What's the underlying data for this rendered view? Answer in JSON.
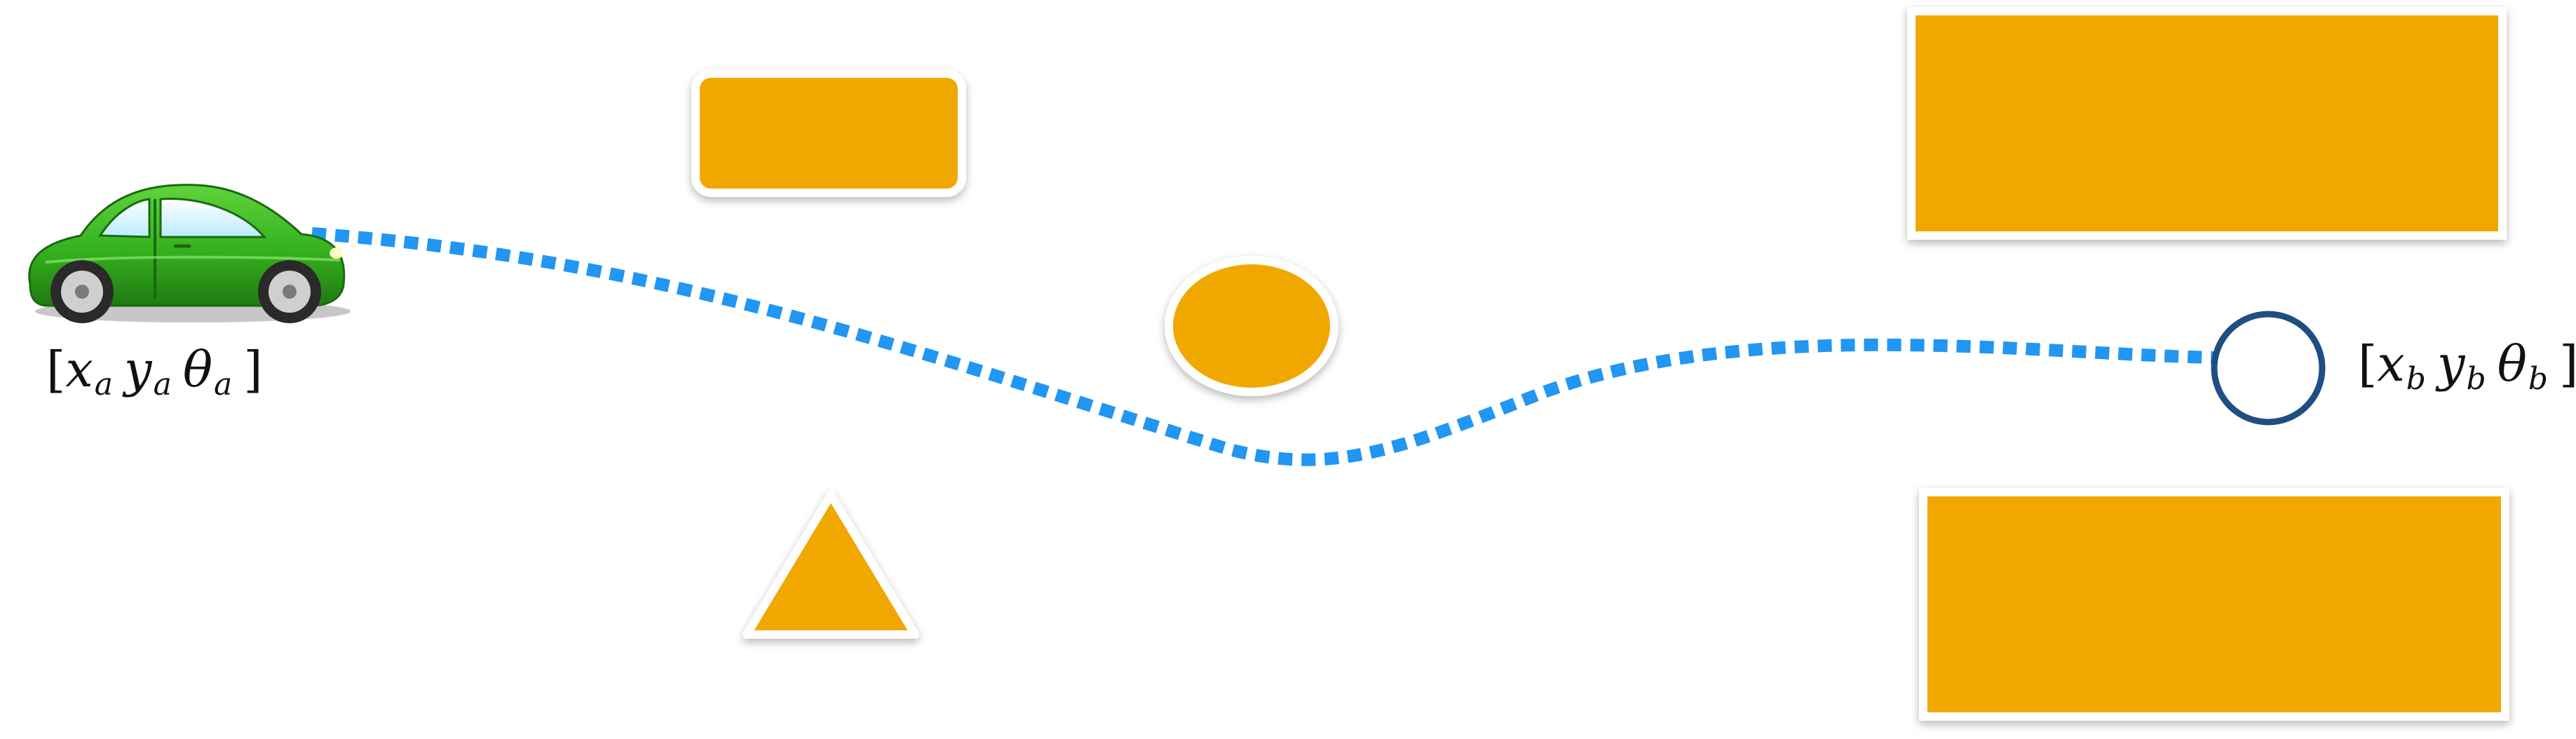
{
  "colors": {
    "obstacle": "#f0a800",
    "path": "#2196f3",
    "goal": "#1f4e82",
    "car_body": "#35b01e",
    "car_dark": "#1f7a12",
    "background": "#ffffff"
  },
  "start_pose": {
    "open": "[",
    "x": "x",
    "x_sub": "a",
    "y": "y",
    "y_sub": "a",
    "theta": "θ",
    "theta_sub": "a",
    "close": "]"
  },
  "goal_pose": {
    "open": "[",
    "x": "x",
    "x_sub": "b",
    "y": "y",
    "y_sub": "b",
    "theta": "θ",
    "theta_sub": "b",
    "close": "]"
  },
  "icons": {
    "vehicle": "car-icon",
    "goal": "goal-circle-icon"
  }
}
